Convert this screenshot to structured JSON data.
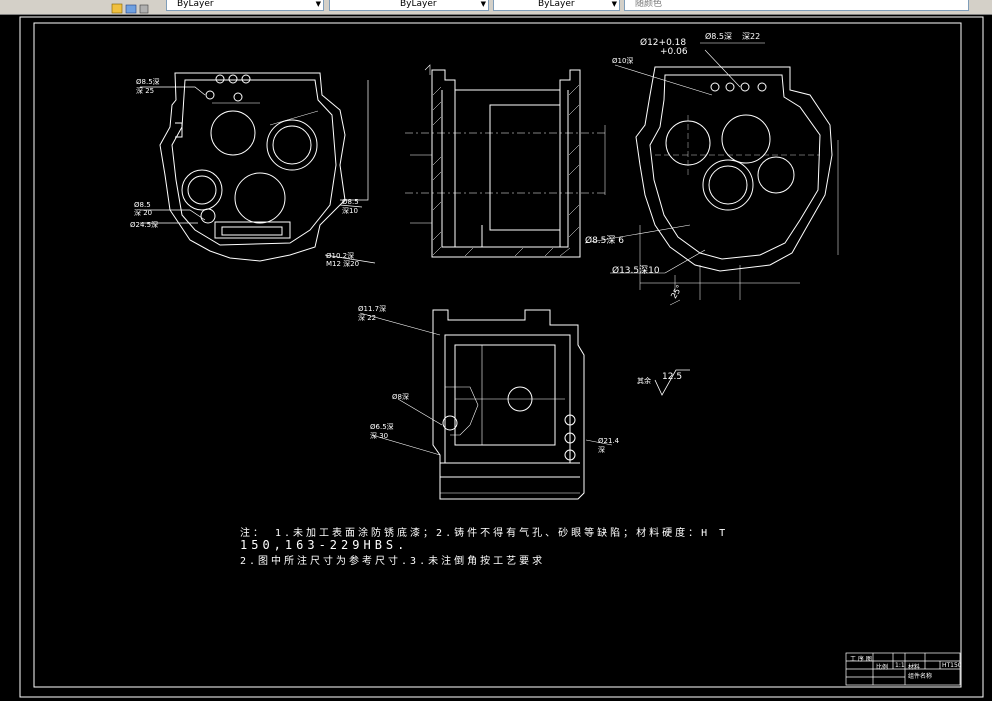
{
  "toolbar": {
    "layer_combo_1": "ByLayer",
    "layer_combo_2": "ByLayer",
    "layer_combo_3": "ByLayer",
    "color_combo": "随颜色"
  },
  "drawing": {
    "notes_line1": "注： 1.未加工表面涂防锈底漆；2.铸件不得有气孔、砂眼等缺陷；材料硬度：H T",
    "notes_line2": "150,163-229HBS.",
    "notes_line3": "2.图中所注尺寸为参考尺寸.3.未注倒角按工艺要求",
    "labels": {
      "tl_hole": "Ø8.5深",
      "tl_depth": "深 25",
      "tl_bottom1": "Ø8.5",
      "tl_bottom1b": "深 20",
      "tl_bottom2": "Ø24.5深",
      "tl_right1": "Ø8.5",
      "tl_right1b": "深10",
      "tl_bottom3": "Ø10.2深",
      "tl_bottom3b": "M12 深20",
      "tr_top1": "Ø12+0.18",
      "tr_top1b": "+0.06",
      "tr_top2": "Ø8.5深",
      "tr_top2b": "深22",
      "tr_left": "Ø10深",
      "tr_mid": "Ø8.5深 6",
      "tr_bot": "Ø13.5深10",
      "tr_bot_angle": "25°",
      "bm_top": "Ø11.7深",
      "bm_topb": "深 22",
      "bm_left1": "Ø8深",
      "bm_left2": "Ø6.5深",
      "bm_left2b": "深 30",
      "bm_right": "Ø21.4",
      "bm_rightb": "深",
      "roughness_label": "其余",
      "roughness_value": "12.5"
    },
    "titleblock": {
      "c1": "工 序 图",
      "c2": "比例",
      "c3": "1:1",
      "c4": "材料",
      "c5": "HT150",
      "c6": "组件名称"
    }
  }
}
